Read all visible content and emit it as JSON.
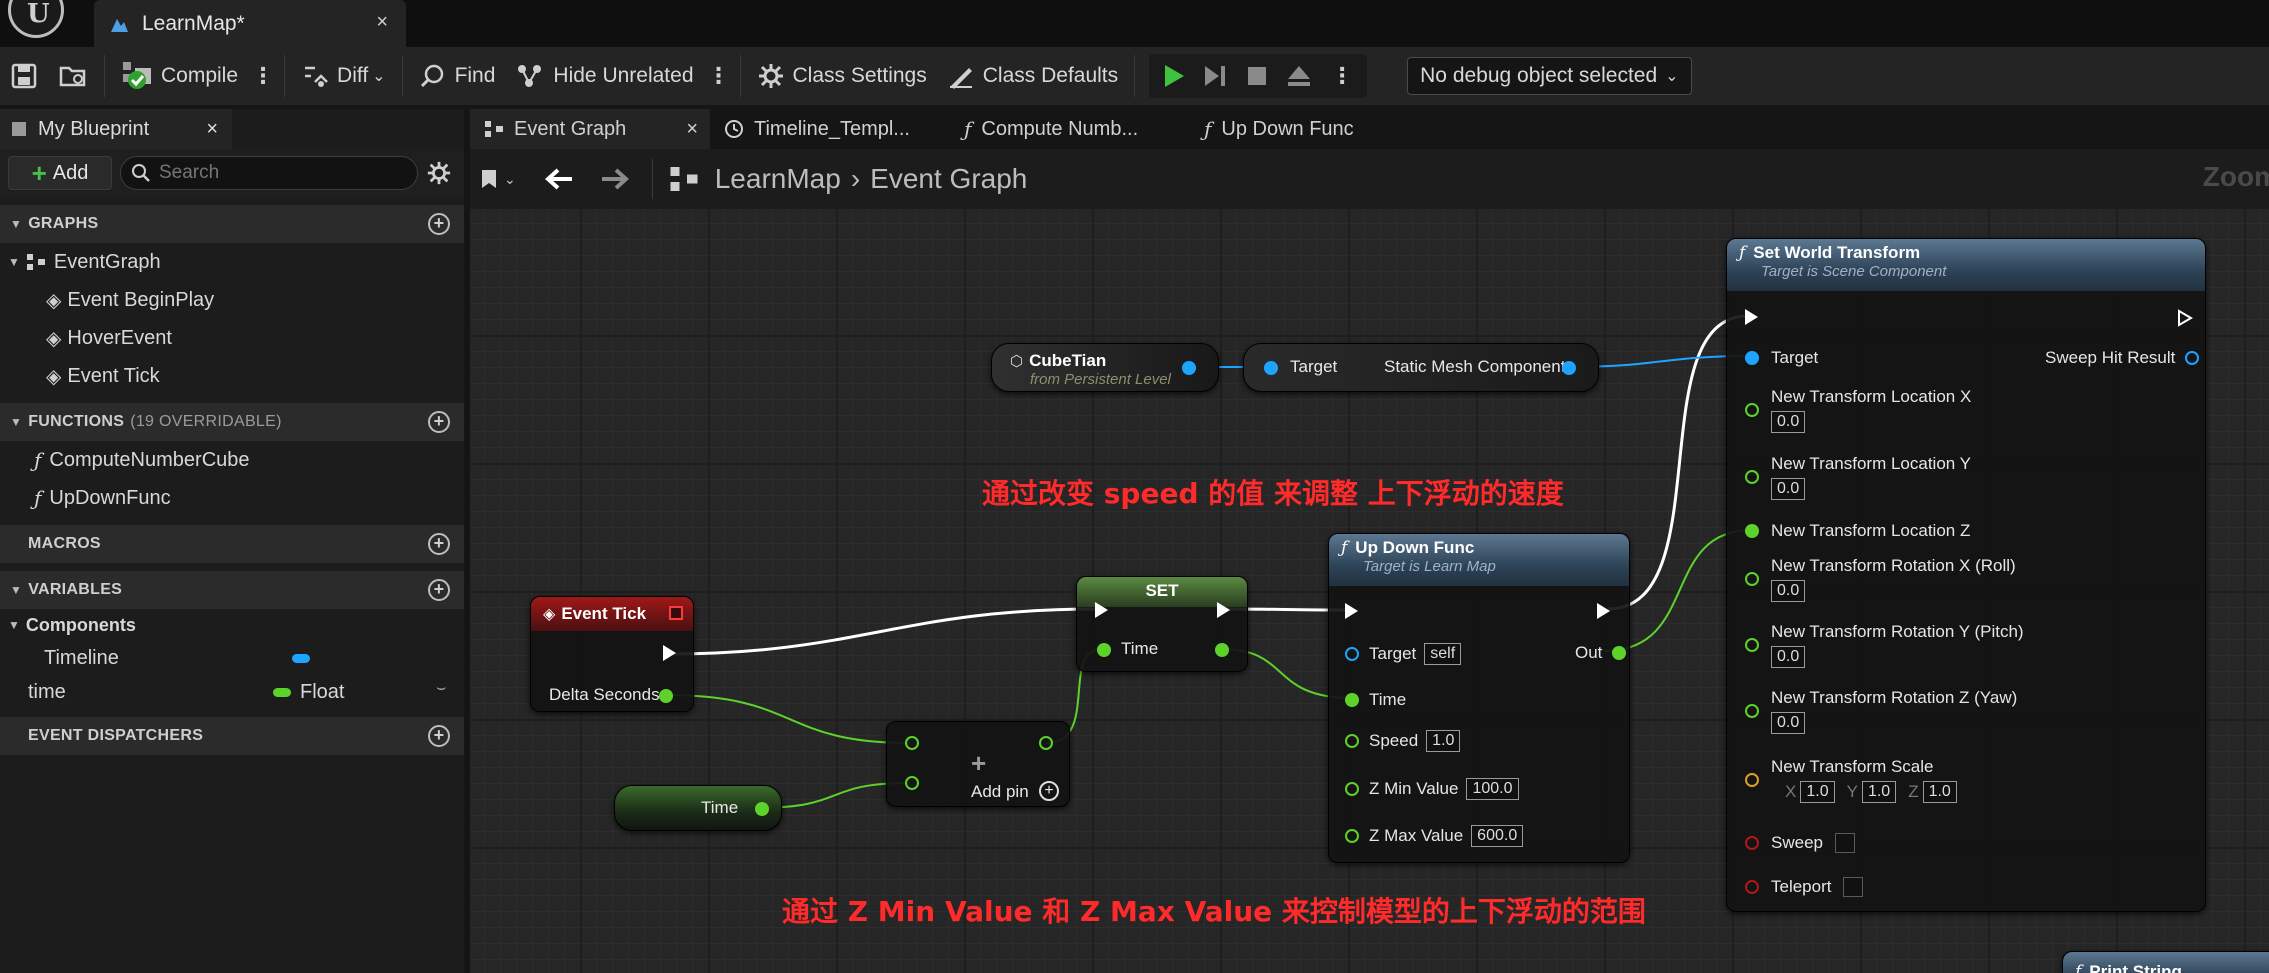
{
  "doc_tab": {
    "title": "LearnMap*",
    "close": "×"
  },
  "toolbar": {
    "compile": "Compile",
    "diff": "Diff",
    "find": "Find",
    "hide_unrelated": "Hide Unrelated",
    "class_settings": "Class Settings",
    "class_defaults": "Class Defaults",
    "debug_object": "No debug object selected"
  },
  "left_panel": {
    "tab": "My Blueprint",
    "add_label": "Add",
    "search_placeholder": "Search",
    "graphs_header": "GRAPHS",
    "graphs": [
      "EventGraph",
      "Event BeginPlay",
      "HoverEvent",
      "Event Tick"
    ],
    "functions_header": "FUNCTIONS",
    "functions_sub": "(19 OVERRIDABLE)",
    "functions": [
      "ComputeNumberCube",
      "UpDownFunc"
    ],
    "macros_header": "MACROS",
    "variables_header": "VARIABLES",
    "components_label": "Components",
    "variables": [
      {
        "name": "Timeline",
        "type": ""
      },
      {
        "name": "time",
        "type": "Float"
      }
    ],
    "dispatchers_header": "EVENT DISPATCHERS"
  },
  "graph_tabs": [
    "Event Graph",
    "Timeline_Templ...",
    "Compute Numb...",
    "Up Down Func"
  ],
  "breadcrumb": {
    "root": "LearnMap",
    "current": "Event Graph"
  },
  "zoom_label": "Zoom",
  "nodes": {
    "cubetian": {
      "title": "CubeTian",
      "sub": "from Persistent Level"
    },
    "get_component": {
      "in": "Target",
      "out": "Static Mesh Component"
    },
    "event_tick": {
      "title": "Event Tick",
      "delta": "Delta Seconds"
    },
    "set": {
      "title": "SET",
      "time": "Time"
    },
    "time_get": {
      "label": "Time"
    },
    "add": {
      "label": "Add pin",
      "symbol": "+"
    },
    "updown": {
      "title": "Up Down Func",
      "sub": "Target is Learn Map",
      "target": "Target",
      "target_val": "self",
      "out": "Out",
      "time": "Time",
      "speed": "Speed",
      "speed_val": "1.0",
      "zmin": "Z Min Value",
      "zmin_val": "100.0",
      "zmax": "Z Max Value",
      "zmax_val": "600.0"
    },
    "swt": {
      "title": "Set World Transform",
      "sub": "Target is Scene Component",
      "target": "Target",
      "sweep_hit": "Sweep Hit Result",
      "loc_x": "New Transform Location X",
      "loc_x_val": "0.0",
      "loc_y": "New Transform Location Y",
      "loc_y_val": "0.0",
      "loc_z": "New Transform Location Z",
      "rot_x": "New Transform Rotation X (Roll)",
      "rot_x_val": "0.0",
      "rot_y": "New Transform Rotation Y (Pitch)",
      "rot_y_val": "0.0",
      "rot_z": "New Transform Rotation Z (Yaw)",
      "rot_z_val": "0.0",
      "scale": "New Transform Scale",
      "scale_x_label": "X",
      "scale_x": "1.0",
      "scale_y_label": "Y",
      "scale_y": "1.0",
      "scale_z_label": "Z",
      "scale_z": "1.0",
      "sweep": "Sweep",
      "teleport": "Teleport"
    },
    "print_string": {
      "title": "Print String"
    }
  },
  "annotations": {
    "speed_note": "通过改变 speed 的值 来调整 上下浮动的速度",
    "range_note": "通过 Z Min Value 和 Z Max Value 来控制模型的上下浮动的范围"
  }
}
